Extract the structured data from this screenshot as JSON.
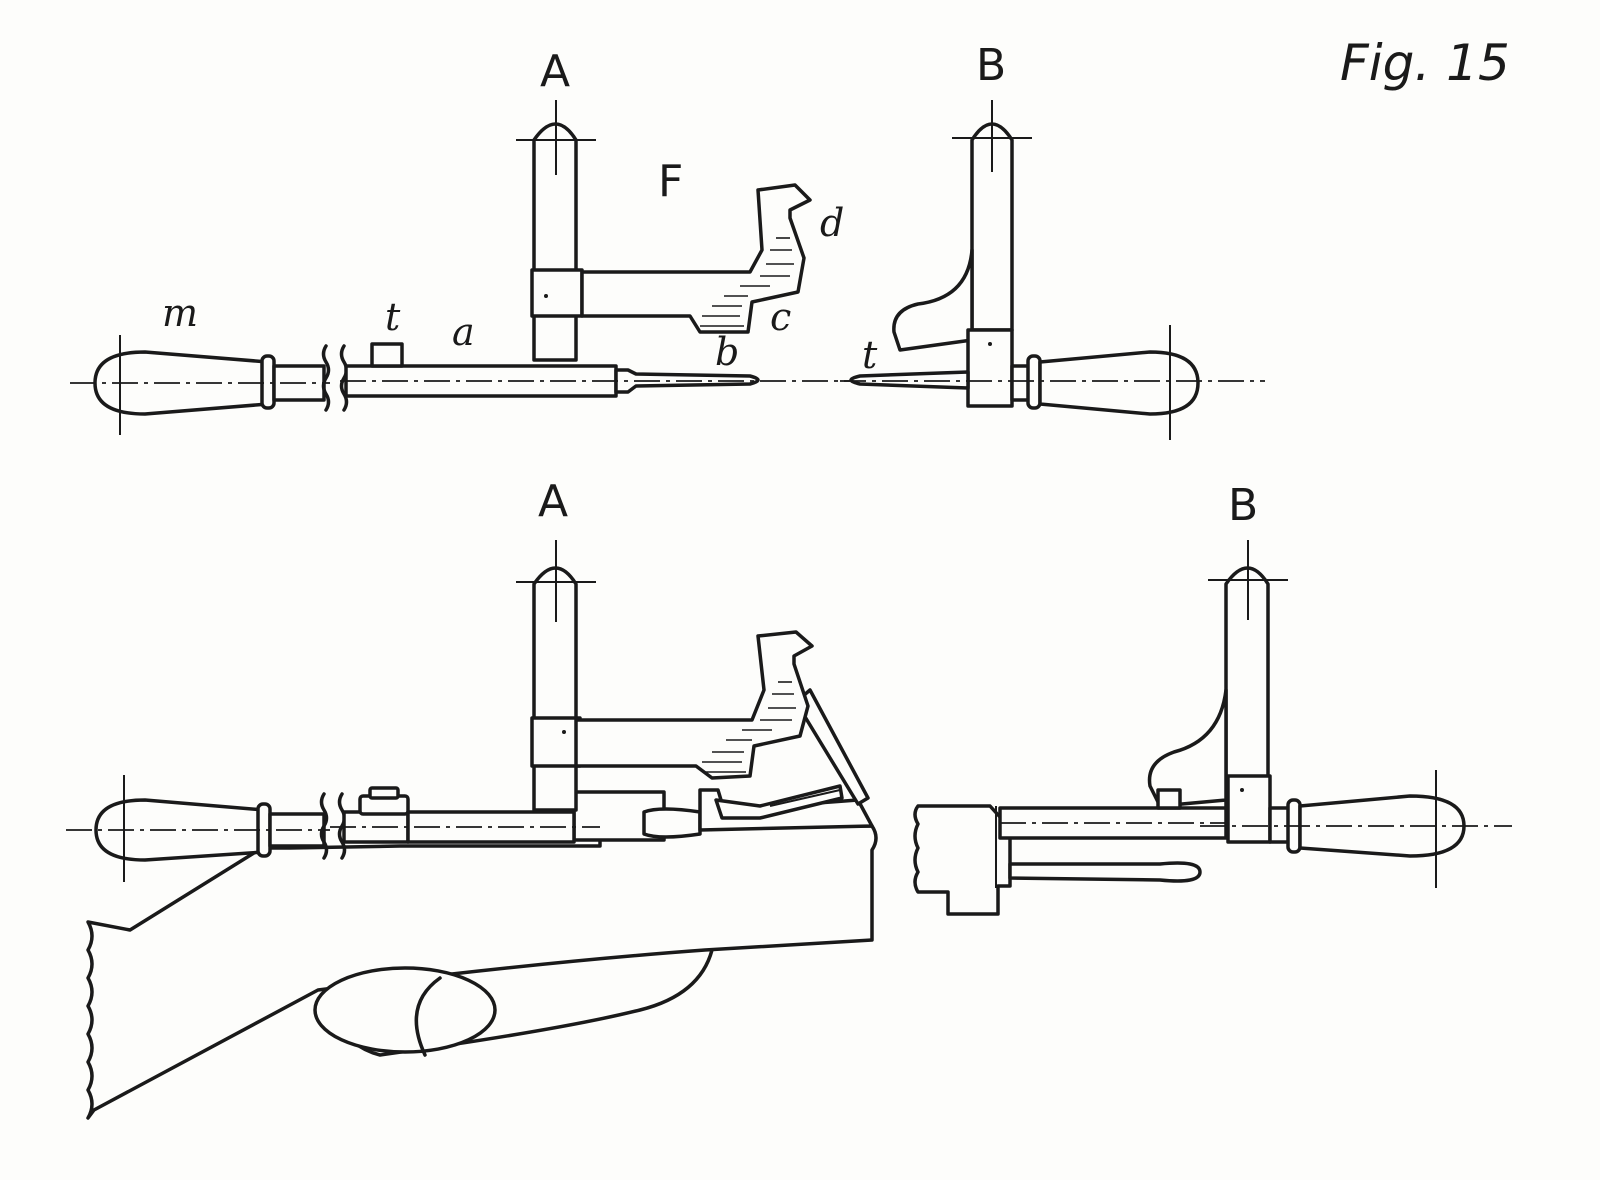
{
  "figure": {
    "title": "Fig. 15"
  },
  "labels": {
    "top_A": "A",
    "top_B": "B",
    "top_F": "F",
    "top_d": "d",
    "top_c": "c",
    "top_b": "b",
    "top_m": "m",
    "top_t_left": "t",
    "top_a": "a",
    "top_t_right": "t",
    "bottom_A": "A",
    "bottom_B": "B"
  },
  "colors": {
    "ink": "#1a1a1a",
    "paper": "#fdfdfb"
  }
}
